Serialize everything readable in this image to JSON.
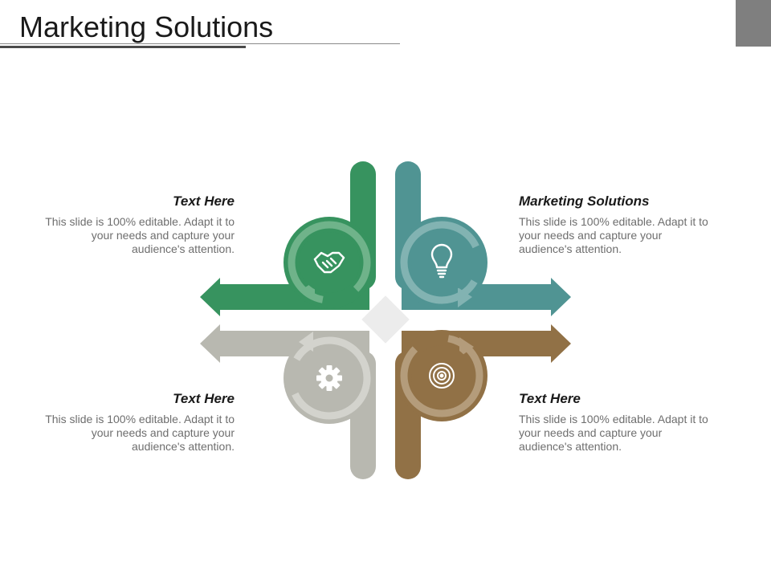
{
  "slide": {
    "title": "Marketing Solutions"
  },
  "quadrants": [
    {
      "id": "top-left",
      "heading": "Text Here",
      "body": "This slide is 100% editable. Adapt it to your needs and capture your audience's attention.",
      "icon": "handshake-icon",
      "color": "#37935f",
      "ring": "#6fb38a"
    },
    {
      "id": "top-right",
      "heading": "Marketing Solutions",
      "body": "This slide is 100% editable. Adapt it to your needs and capture your audience's attention.",
      "icon": "lightbulb-icon",
      "color": "#509493",
      "ring": "#82b3b2"
    },
    {
      "id": "bottom-left",
      "heading": "Text Here",
      "body": "This slide is 100% editable. Adapt it to your needs and capture your audience's attention.",
      "icon": "gear-icon",
      "color": "#b8b8b0",
      "ring": "#d3d3cd"
    },
    {
      "id": "bottom-right",
      "heading": "Text Here",
      "body": "This slide is 100% editable. Adapt it to your needs and capture your audience's attention.",
      "icon": "target-icon",
      "color": "#917146",
      "ring": "#b49c7b"
    }
  ],
  "center_diamond_color": "#ececec"
}
